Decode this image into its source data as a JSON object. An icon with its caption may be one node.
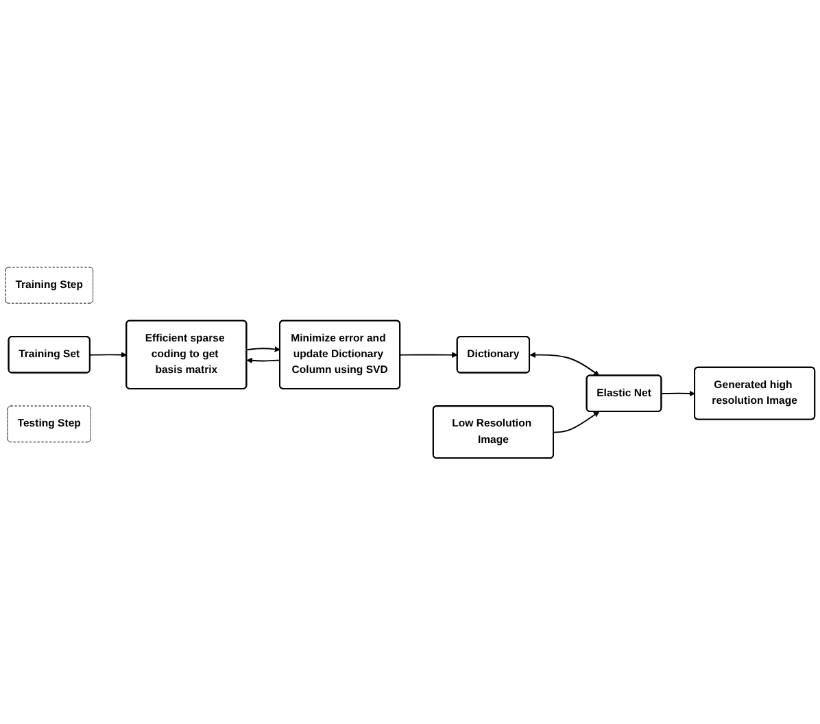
{
  "diagram": {
    "nodes": [
      {
        "text": [
          "Training Step"
        ]
      },
      {
        "text": [
          "Training Set"
        ]
      },
      {
        "text": [
          "Efficient sparse coding to get basis matrix"
        ]
      },
      {
        "text": [
          "Minimize error and update Dictionary Column using SVD"
        ]
      },
      {
        "text": [
          "Dictionary"
        ]
      },
      {
        "text": [
          "Testing Step"
        ]
      },
      {
        "text": [
          "Low Resolution Image"
        ]
      },
      {
        "text": [
          "Elastic Net"
        ]
      },
      {
        "text": [
          "Generated high resolution Image"
        ]
      }
    ],
    "edges": [
      {
        "from": 1,
        "to": 2,
        "arrow": "to"
      },
      {
        "from": 2,
        "to": 3,
        "arrow": "to"
      },
      {
        "from": 3,
        "to": 2,
        "arrow": "to"
      },
      {
        "from": 3,
        "to": 4,
        "arrow": "to"
      },
      {
        "from": 4,
        "to": 7,
        "arrow": "both"
      },
      {
        "from": 6,
        "to": 7,
        "arrow": "to"
      },
      {
        "from": 7,
        "to": 8,
        "arrow": "to"
      }
    ]
  }
}
